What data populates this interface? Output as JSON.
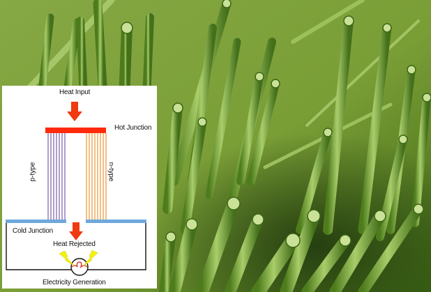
{
  "image": {
    "description": "SEM micrograph of green-tinted nanowires with thermoelectric generator schematic overlay",
    "tint_colors": {
      "background": "#7ea03a",
      "light": "#b9d77a",
      "dark": "#1f3a08"
    }
  },
  "diagram": {
    "heat_input_label": "Heat Input",
    "hot_junction_label": "Hot Junction",
    "p_type_label": "p-type",
    "n_type_label": "n-type",
    "cold_junction_label": "Cold Junction",
    "heat_rejected_label": "Heat Rejected",
    "electricity_label": "Electricity Generation",
    "colors": {
      "hot": "#ff2a0a",
      "arrow": "#f03a10",
      "cold": "#6fa8dc",
      "p_leg": "#7a5ca8",
      "n_leg": "#e8922e",
      "bolt": "#f5f20a",
      "wire": "#111111",
      "filament": "#e02020"
    },
    "p_leg_count": 7,
    "n_leg_count": 8
  }
}
